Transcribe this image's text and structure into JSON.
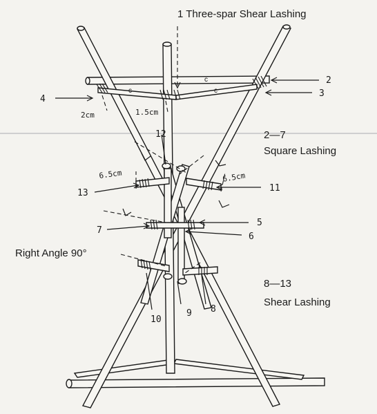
{
  "title": "1 Three-spar Shear Lashing",
  "square_lashing": {
    "range": "2—7",
    "name": "Square Lashing"
  },
  "shear_lashing": {
    "range": "8—13",
    "name": "Shear Lashing"
  },
  "right_angle": "Right Angle 90°",
  "measurements": {
    "m2": "2cm",
    "m15": "1.5cm",
    "m65a": "6.5cm",
    "m65b": "6.5cm"
  },
  "spar_letter": "c",
  "callouts": {
    "n2": "2",
    "n3": "3",
    "n4": "4",
    "n5": "5",
    "n6": "6",
    "n7": "7",
    "n8": "8",
    "n9": "9",
    "n10": "10",
    "n11": "11",
    "n12": "12",
    "n13": "13"
  }
}
